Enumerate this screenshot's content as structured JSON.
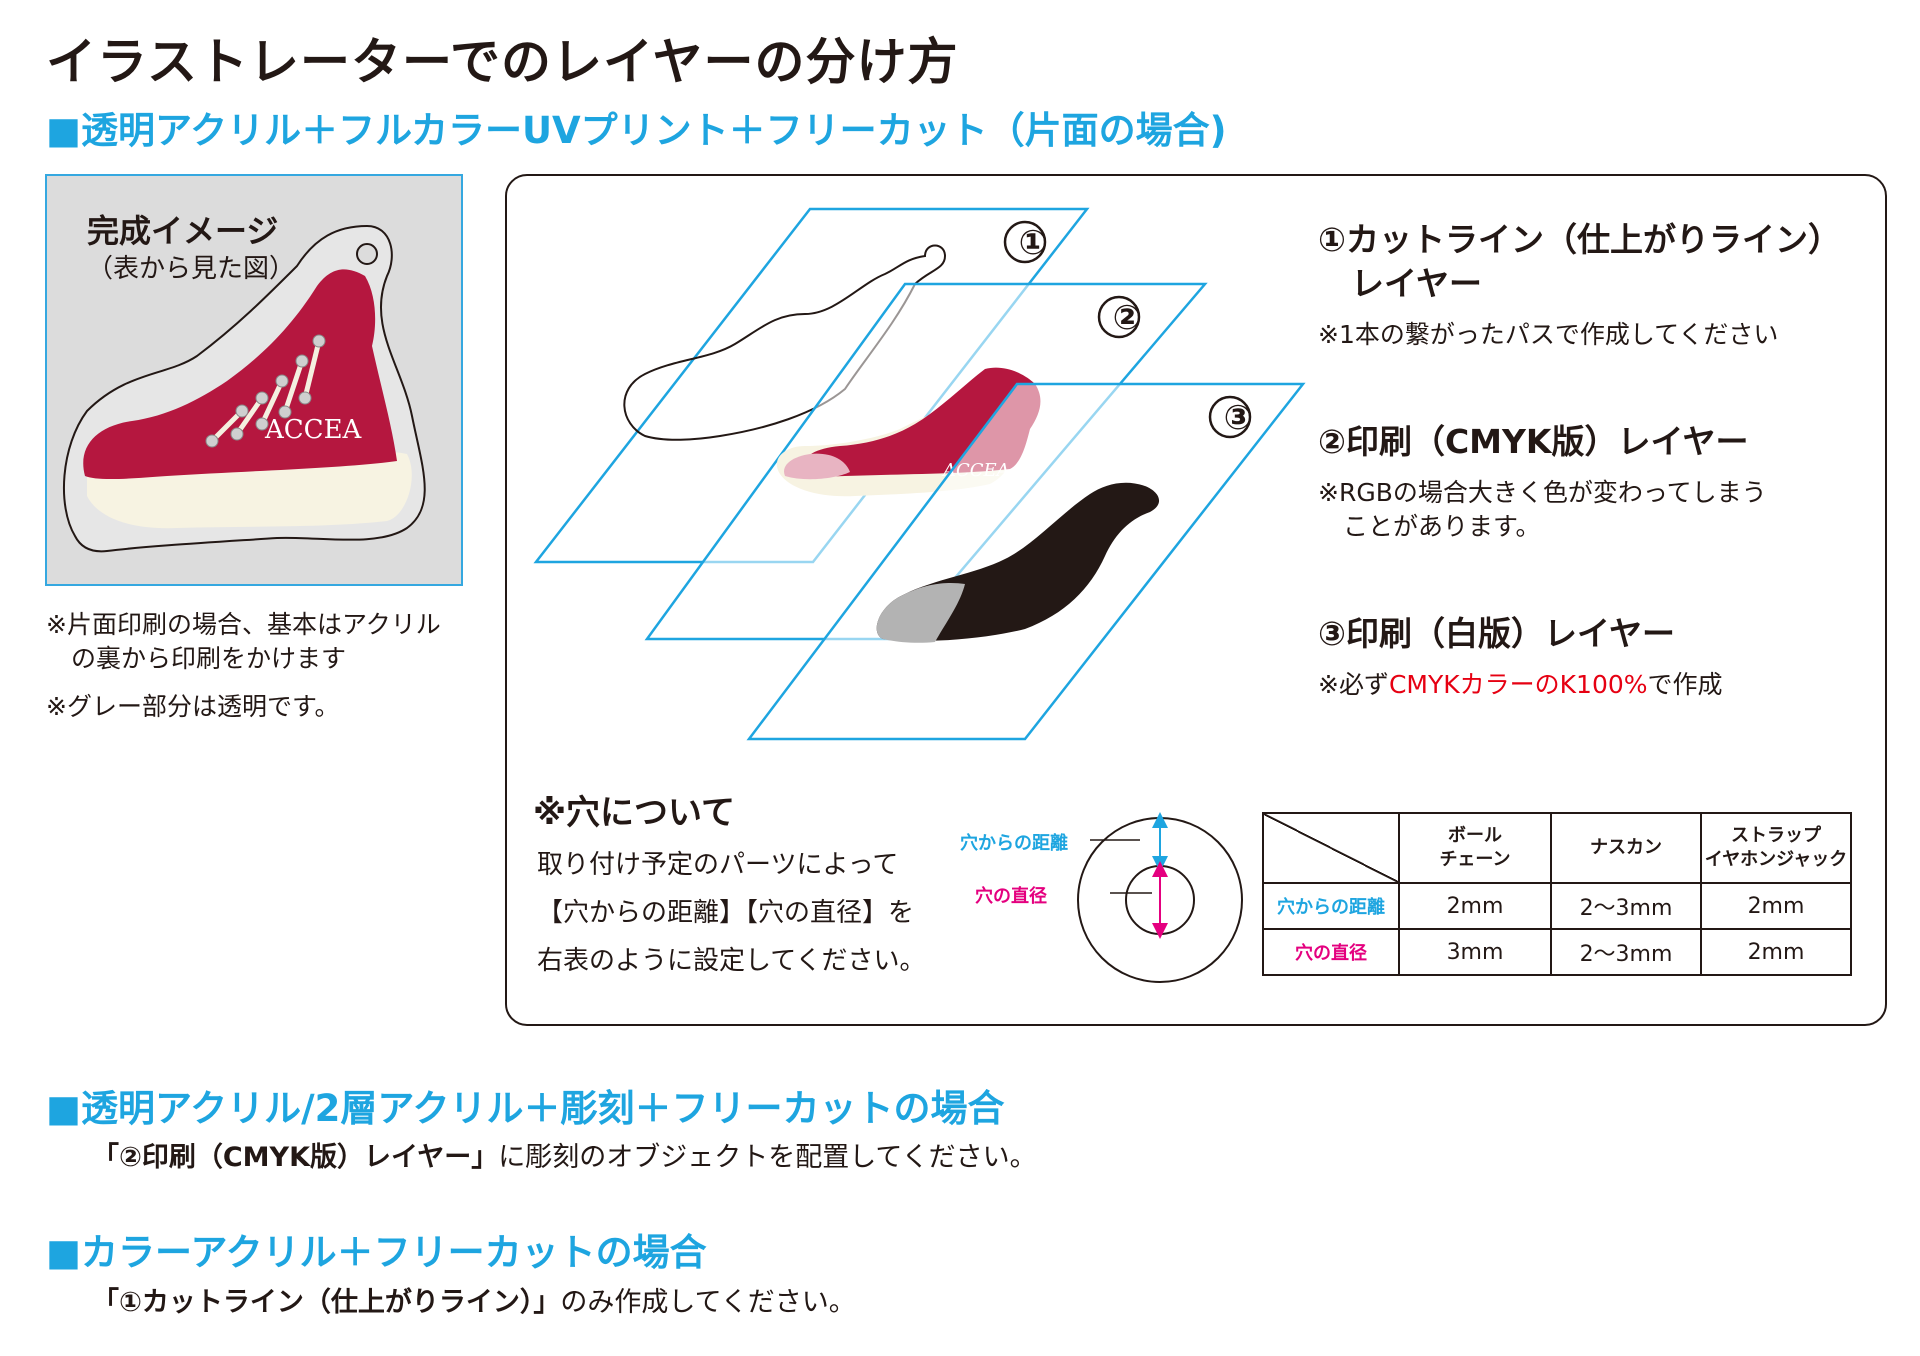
{
  "title": "イラストレーターでのレイヤーの分け方",
  "section1": {
    "heading": "■透明アクリル＋フルカラーUVプリント＋フリーカット（片面の場合)",
    "preview": {
      "title": "完成イメージ",
      "subtitle": "（表から見た図）",
      "logo_text": "ACCEA"
    },
    "notes": [
      "※片面印刷の場合、基本はアクリル",
      "　の裏から印刷をかけます",
      "※グレー部分は透明です。"
    ],
    "layer_numbers": [
      "①",
      "②",
      "③"
    ],
    "layers": [
      {
        "heading_line1": "①カットライン（仕上がりライン）",
        "heading_line2": "　レイヤー",
        "note_line1": "※1本の繋がったパスで作成してください"
      },
      {
        "heading_line1": "②印刷（CMYK版）レイヤー",
        "note_line1": "※RGBの場合大きく色が変わってしまう",
        "note_line2": "　ことがあります。"
      },
      {
        "heading_line1": "③印刷（白版）レイヤー",
        "note_prefix": "※必ず",
        "note_highlight": "CMYKカラーのK100%",
        "note_suffix": "で作成"
      }
    ],
    "hole": {
      "title": "※穴について",
      "text": [
        "取り付け予定のパーツによって",
        "【穴からの距離】【穴の直径】を",
        "右表のように設定してください。"
      ],
      "label_distance": "穴からの距離",
      "label_diameter": "穴の直径"
    },
    "table": {
      "headers": [
        {
          "line1": "ボール",
          "line2": "チェーン"
        },
        {
          "line1": "ナスカン",
          "line2": ""
        },
        {
          "line1": "ストラップ",
          "line2": "イヤホンジャック"
        }
      ],
      "rows": [
        {
          "label": "穴からの距離",
          "values": [
            "2mm",
            "2〜3mm",
            "2mm"
          ]
        },
        {
          "label": "穴の直径",
          "values": [
            "3mm",
            "2〜3mm",
            "2mm"
          ]
        }
      ]
    }
  },
  "section2": {
    "heading": "■透明アクリル/2層アクリル＋彫刻＋フリーカットの場合",
    "note_bold": "「②印刷（CMYK版）レイヤー」",
    "note_rest": "に彫刻のオブジェクトを配置してください。"
  },
  "section3": {
    "heading": "■カラーアクリル＋フリーカットの場合",
    "note_bold": "「①カットライン（仕上がりライン）」",
    "note_rest": "のみ作成してください。"
  },
  "colors": {
    "accent_blue": "#1ea5e0",
    "shoe_red": "#b5173f",
    "magenta": "#e4007f",
    "red": "#e60012"
  }
}
